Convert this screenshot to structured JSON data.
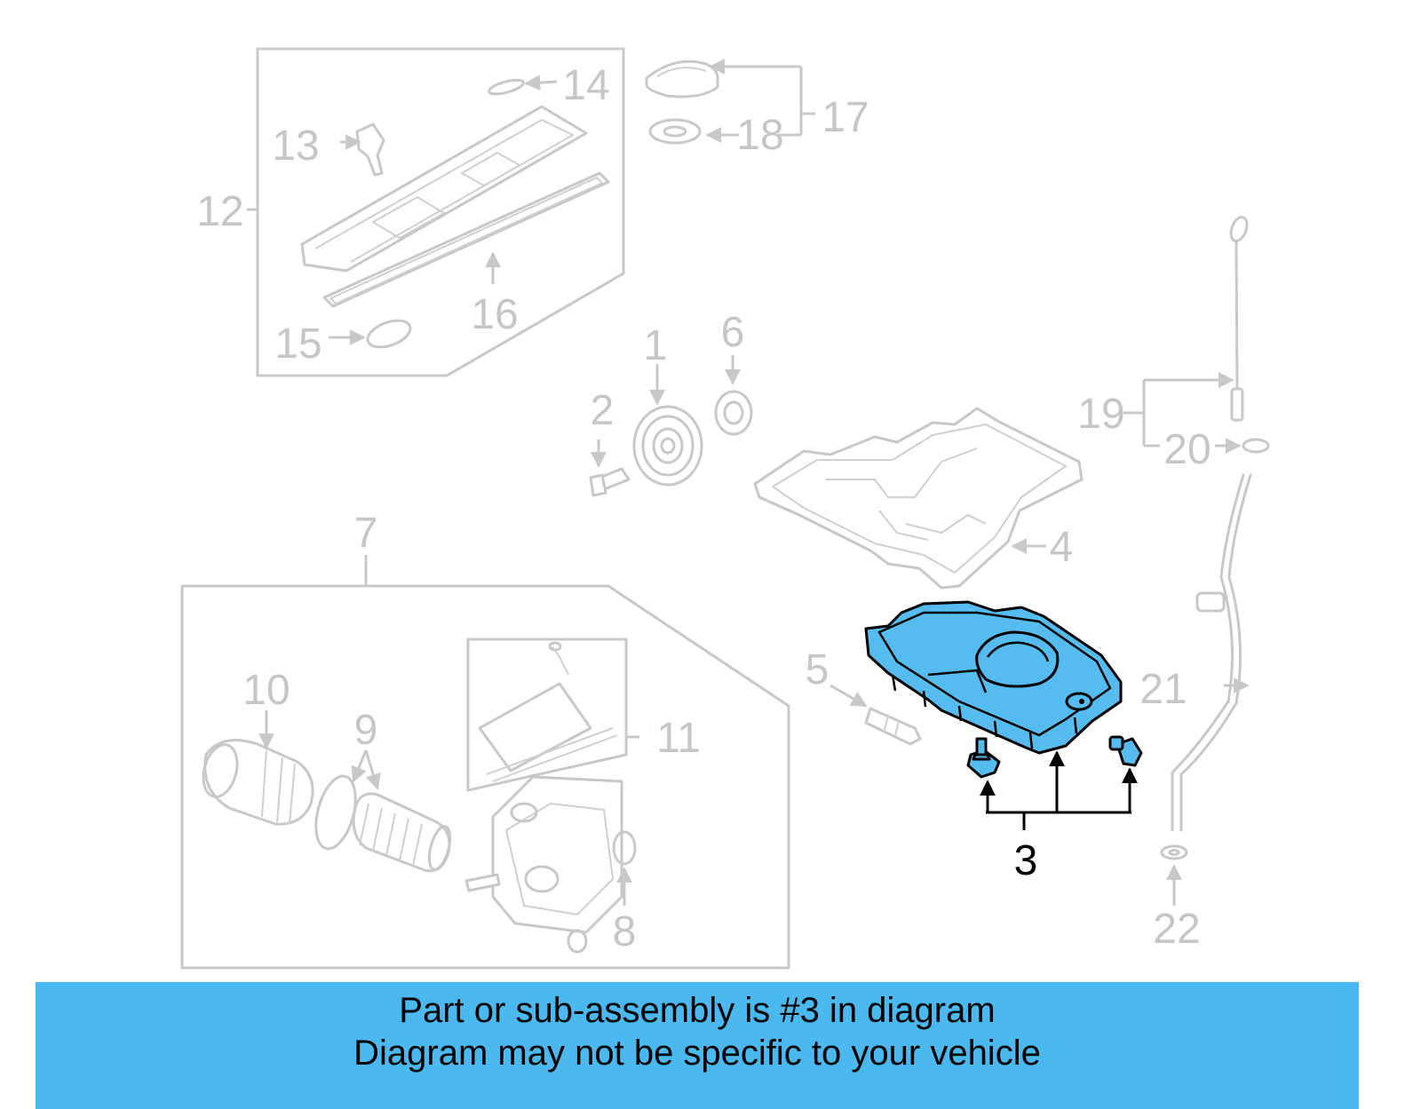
{
  "callouts": {
    "c1": "1",
    "c2": "2",
    "c3": "3",
    "c4": "4",
    "c5": "5",
    "c6": "6",
    "c7": "7",
    "c8": "8",
    "c9": "9",
    "c10": "10",
    "c11": "11",
    "c12": "12",
    "c13": "13",
    "c14": "14",
    "c15": "15",
    "c16": "16",
    "c17": "17",
    "c18": "18",
    "c19": "19",
    "c20": "20",
    "c21": "21",
    "c22": "22"
  },
  "highlighted_callout": "3",
  "colors": {
    "highlight_part": "#56bcf0",
    "banner_background": "#4bb8ef",
    "ghost_lines": "#c8c8c8"
  },
  "banner": {
    "line1": "Part or sub-assembly is #3 in diagram",
    "line2": "Diagram may not be specific to your vehicle"
  }
}
